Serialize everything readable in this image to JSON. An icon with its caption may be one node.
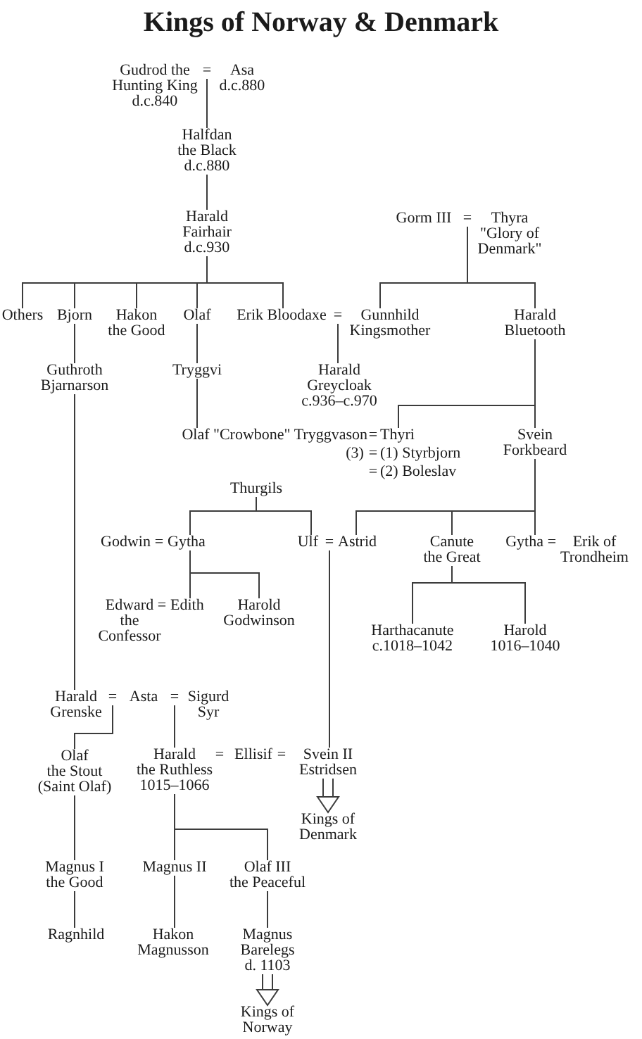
{
  "diagram": {
    "title": "Kings of Norway & Denmark",
    "nodes": [
      {
        "text": [
          "Gudrod the Hunting King",
          "d.c.840"
        ]
      },
      {
        "text": [
          "="
        ]
      },
      {
        "text": [
          "Asa",
          "d.c.880"
        ]
      },
      {
        "text": [
          "Halfdan the Black",
          "d.c.880"
        ]
      },
      {
        "text": [
          "Harald Fairhair",
          "d.c.930"
        ]
      },
      {
        "text": [
          "Gorm III"
        ]
      },
      {
        "text": [
          "="
        ]
      },
      {
        "text": [
          "Thyra",
          "\"Glory of Denmark\""
        ]
      },
      {
        "text": [
          "Others"
        ]
      },
      {
        "text": [
          "Bjorn"
        ]
      },
      {
        "text": [
          "Hakon the Good"
        ]
      },
      {
        "text": [
          "Olaf"
        ]
      },
      {
        "text": [
          "Erik Bloodaxe"
        ]
      },
      {
        "text": [
          "="
        ]
      },
      {
        "text": [
          "Gunnhild Kingsmother"
        ]
      },
      {
        "text": [
          "Harald Bluetooth"
        ]
      },
      {
        "text": [
          "Guthroth Bjarnarson"
        ]
      },
      {
        "text": [
          "Tryggvi"
        ]
      },
      {
        "text": [
          "Harald Greycloak",
          "c.936–c.970"
        ]
      },
      {
        "text": [
          "Olaf \"Crowbone\" Tryggvason"
        ]
      },
      {
        "text": [
          "Thyri"
        ]
      },
      {
        "text": [
          "Svein Forkbeard"
        ]
      },
      {
        "text": [
          "(1) Styrbjorn"
        ]
      },
      {
        "text": [
          "(2) Boleslav"
        ]
      },
      {
        "text": [
          "Thurgils"
        ]
      },
      {
        "text": [
          "Godwin"
        ]
      },
      {
        "text": [
          "Gytha"
        ]
      },
      {
        "text": [
          "Ulf"
        ]
      },
      {
        "text": [
          "="
        ]
      },
      {
        "text": [
          "Astrid"
        ]
      },
      {
        "text": [
          "Canute the Great"
        ]
      },
      {
        "text": [
          "Gytha"
        ]
      },
      {
        "text": [
          "Erik of Trondheim"
        ]
      },
      {
        "text": [
          "Edward the Confessor"
        ]
      },
      {
        "text": [
          "Edith"
        ]
      },
      {
        "text": [
          "Harold Godwinson"
        ]
      },
      {
        "text": [
          "Harthacanute",
          "c.1018–1042"
        ]
      },
      {
        "text": [
          "Harold",
          "1016–1040"
        ]
      },
      {
        "text": [
          "Harald Grenske"
        ]
      },
      {
        "text": [
          "="
        ]
      },
      {
        "text": [
          "Asta"
        ]
      },
      {
        "text": [
          "="
        ]
      },
      {
        "text": [
          "Sigurd Syr"
        ]
      },
      {
        "text": [
          "Olaf the Stout",
          "(Saint Olaf)"
        ]
      },
      {
        "text": [
          "Harald the Ruthless",
          "1015–1066"
        ]
      },
      {
        "text": [
          "Ellisif"
        ]
      },
      {
        "text": [
          "Svein II Estridsen"
        ]
      },
      {
        "text": [
          "Kings of Denmark"
        ]
      },
      {
        "text": [
          "Magnus I the Good"
        ]
      },
      {
        "text": [
          "Magnus II"
        ]
      },
      {
        "text": [
          "Olaf III the Peaceful"
        ]
      },
      {
        "text": [
          "Ragnhild"
        ]
      },
      {
        "text": [
          "Hakon Magnusson"
        ]
      },
      {
        "text": [
          "Magnus Barelegs",
          "d. 1103"
        ]
      },
      {
        "text": [
          "Kings of Norway"
        ]
      }
    ],
    "edges": [
      {
        "from": 1,
        "to": 3,
        "arrow": "none"
      },
      {
        "from": 3,
        "to": 4,
        "arrow": "none"
      },
      {
        "from": 4,
        "to": 8,
        "arrow": "none"
      },
      {
        "from": 4,
        "to": 9,
        "arrow": "none"
      },
      {
        "from": 4,
        "to": 10,
        "arrow": "none"
      },
      {
        "from": 4,
        "to": 11,
        "arrow": "none"
      },
      {
        "from": 4,
        "to": 12,
        "arrow": "none"
      },
      {
        "from": 6,
        "to": 14,
        "arrow": "none"
      },
      {
        "from": 6,
        "to": 15,
        "arrow": "none"
      },
      {
        "from": 9,
        "to": 16,
        "arrow": "none"
      },
      {
        "from": 11,
        "to": 17,
        "arrow": "none"
      },
      {
        "from": 13,
        "to": 18,
        "arrow": "none"
      },
      {
        "from": 17,
        "to": 19,
        "arrow": "none"
      },
      {
        "from": 15,
        "to": 20,
        "arrow": "none"
      },
      {
        "from": 15,
        "to": 21,
        "arrow": "none"
      },
      {
        "from": 24,
        "to": 26,
        "arrow": "none"
      },
      {
        "from": 24,
        "to": 27,
        "arrow": "none"
      },
      {
        "from": 21,
        "to": 29,
        "arrow": "none"
      },
      {
        "from": 21,
        "to": 30,
        "arrow": "none"
      },
      {
        "from": 21,
        "to": 31,
        "arrow": "none"
      },
      {
        "from": 26,
        "to": 34,
        "arrow": "none"
      },
      {
        "from": 26,
        "to": 35,
        "arrow": "none"
      },
      {
        "from": 30,
        "to": 36,
        "arrow": "none"
      },
      {
        "from": 30,
        "to": 37,
        "arrow": "none"
      },
      {
        "from": 16,
        "to": 38,
        "arrow": "none"
      },
      {
        "from": 28,
        "to": 46,
        "arrow": "none"
      },
      {
        "from": 39,
        "to": 43,
        "arrow": "none"
      },
      {
        "from": 41,
        "to": 44,
        "arrow": "none"
      },
      {
        "from": 46,
        "to": 47,
        "arrow": "to"
      },
      {
        "from": 43,
        "to": 48,
        "arrow": "none"
      },
      {
        "from": 44,
        "to": 49,
        "arrow": "none"
      },
      {
        "from": 44,
        "to": 50,
        "arrow": "none"
      },
      {
        "from": 48,
        "to": 51,
        "arrow": "none"
      },
      {
        "from": 49,
        "to": 52,
        "arrow": "none"
      },
      {
        "from": 50,
        "to": 53,
        "arrow": "none"
      },
      {
        "from": 53,
        "to": 54,
        "arrow": "to"
      }
    ],
    "labels": [
      "=",
      "(3)",
      "=",
      "=",
      "=",
      "=",
      "=",
      "=",
      "="
    ]
  }
}
